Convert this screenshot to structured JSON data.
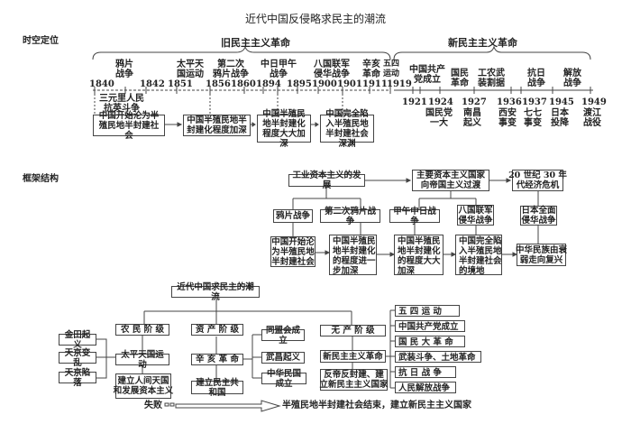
{
  "title": "近代中国反侵略求民主的潮流",
  "section1": {
    "label": "时空定位",
    "old_revolution": "旧民主主义革命",
    "new_revolution": "新民主主义革命",
    "old_years": [
      "1840",
      "1842",
      "1851",
      "1856",
      "1860",
      "1894",
      "1895",
      "1900",
      "1901",
      "1911",
      "1919"
    ],
    "old_events": {
      "opium": "鸦片\n战争",
      "taiping": "太平天\n国运动",
      "second_opium": "第二次\n鸦片战争",
      "sino_jp_a": "中日甲午",
      "sino_jp_b": "战争",
      "boxer": "八国联军\n侵华战争",
      "xinhai": "辛亥\n革命",
      "may4": "五四\n运动",
      "sanyuanli": "三元里人民\n抗英斗争"
    },
    "stages": [
      "中国开始沦为半殖民地半封建社会",
      "中国半殖民地半封建化程度加深",
      "中国半殖民地半封建化程度大大加深",
      "中国完全陷入半殖民地半封建社会深渊"
    ],
    "new_events": [
      "中国共产\n党成立",
      "国民\n革命",
      "工农武\n装割据",
      "抗日\n战争",
      "解放\n战争"
    ],
    "new_years": [
      "1921",
      "1924",
      "1927",
      "1936",
      "1937",
      "1945",
      "1949"
    ],
    "new_notes": [
      "",
      "国民党\n一大",
      "南昌\n起义",
      "西安\n事变",
      "七七\n事变",
      "日本\n投降",
      "渡江\n战役"
    ]
  },
  "section2": {
    "label": "框架结构",
    "top": [
      "工业资本主义的发展",
      "主要资本主义国家\n向帝国主义过渡",
      "20 世纪 30 年\n代经济危机"
    ],
    "wars": [
      "鸦片战争",
      "第二次鸦片战争",
      "甲午中日战争",
      "八国联军\n侵华战争",
      "日本全面\n侵华战争"
    ],
    "results": [
      "中国开始沦\n为半殖民地\n半封建社会",
      "中国半殖民\n地半封建化\n的程度进一\n步加深",
      "中国半殖民\n地半封建化\n的程度大大\n加深",
      "中国完全陷\n入半殖民地\n半封建社会\n的境地",
      "中华民族由衰\n弱走向复兴"
    ]
  },
  "section3": {
    "root": "近代中国求民主的潮流",
    "classes": [
      "农 民 阶 级",
      "资 产 阶 级",
      "无 产 阶 级"
    ],
    "peasant": {
      "movement": "太平天国运动",
      "goal": "建立人间天国\n和发展资本主义",
      "events": [
        "金田起义",
        "天京变乱",
        "天京陷落"
      ]
    },
    "bourgeois": {
      "movement": "辛 亥 革 命",
      "goal": "建立民主共和国",
      "events": [
        "同盟会成立",
        "武昌起义",
        "中华民国成立"
      ]
    },
    "proletariat": {
      "movement": "新民主主义革命",
      "goal": "反帝反封建、建\n立新民主主义国家",
      "events": [
        "五 四 运 动",
        "中国共产党成立",
        "国 民 大 革 命",
        "武装斗争、土地革命",
        "抗 日 战 争",
        "人民解放战争"
      ]
    },
    "failure": "失败",
    "conclusion": "半殖民地半封建社会结束，建立新民主主义国家"
  }
}
